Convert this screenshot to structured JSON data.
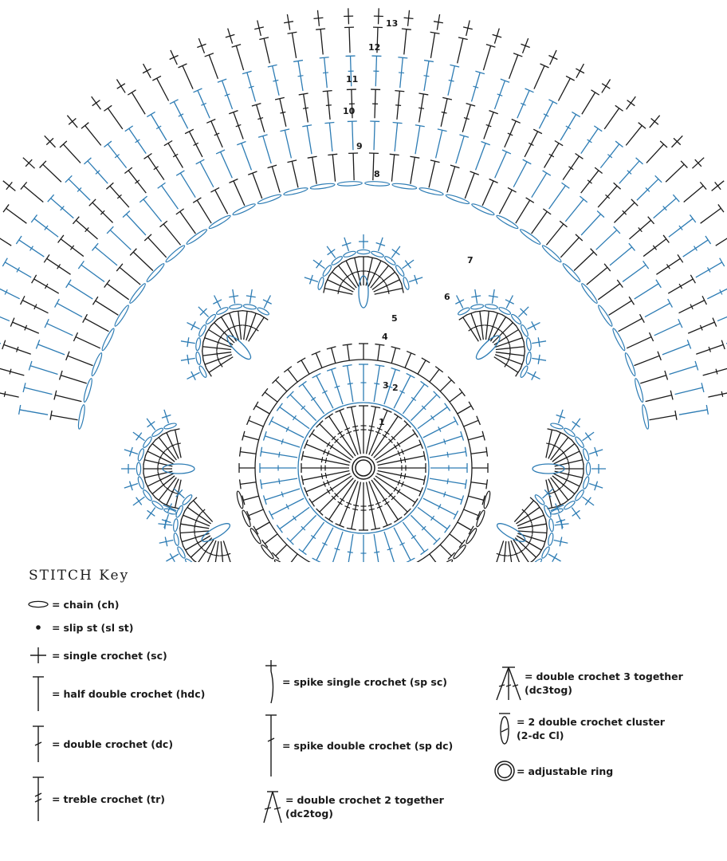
{
  "diagram": {
    "rounds": [
      "1",
      "2",
      "3",
      "4",
      "5",
      "6",
      "7",
      "8",
      "9",
      "10",
      "11",
      "12",
      "13"
    ],
    "colors": {
      "dark": "#1a1a1a",
      "blue": "#2d7cb4"
    },
    "icon": "crochet-chart-semicircle"
  },
  "key": {
    "title": "STITCH Key",
    "items": [
      {
        "id": "chain",
        "text": "chain (ch)",
        "icon": "chain-icon"
      },
      {
        "id": "slip",
        "text": "slip st (sl st)",
        "icon": "slip-stitch-icon"
      },
      {
        "id": "sc",
        "text": "single crochet (sc)",
        "icon": "single-crochet-icon"
      },
      {
        "id": "hdc",
        "text": "half double crochet (hdc)",
        "icon": "hdc-icon"
      },
      {
        "id": "dc",
        "text": "double crochet (dc)",
        "icon": "dc-icon"
      },
      {
        "id": "tr",
        "text": "treble crochet (tr)",
        "icon": "treble-icon"
      },
      {
        "id": "spsc",
        "text": "spike single crochet (sp sc)",
        "icon": "spike-sc-icon"
      },
      {
        "id": "spdc",
        "text": "spike double crochet (sp dc)",
        "icon": "spike-dc-icon"
      },
      {
        "id": "dc2tog",
        "line1": "double crochet 2 together",
        "line2": "(dc2tog)",
        "icon": "dc2tog-icon"
      },
      {
        "id": "dc3tog",
        "line1": "double crochet 3 together",
        "line2": "(dc3tog)",
        "icon": "dc3tog-icon"
      },
      {
        "id": "cl",
        "line1": "2 double crochet cluster",
        "line2": "(2-dc Cl)",
        "icon": "cluster-icon"
      },
      {
        "id": "ring",
        "text": "adjustable ring",
        "icon": "adjustable-ring-icon"
      }
    ],
    "equals": "="
  }
}
